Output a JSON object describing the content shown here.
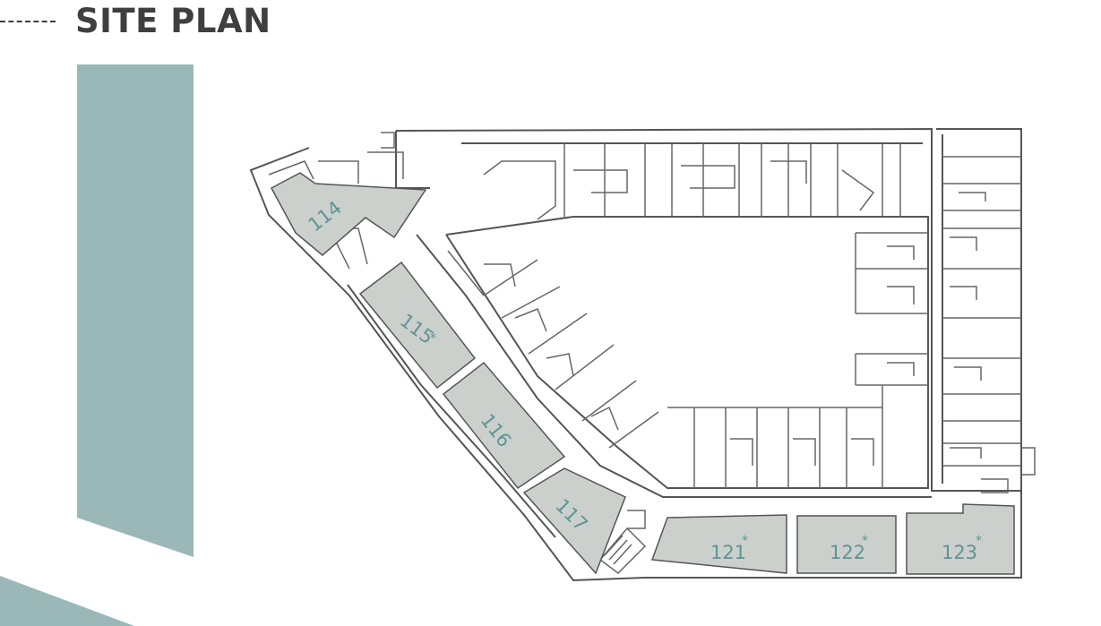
{
  "header": {
    "title": "SITE PLAN"
  },
  "colors": {
    "accent": "#9ab8b8",
    "unit_fill": "#cbd0cd",
    "unit_label": "#5f9494",
    "wall": "#555555"
  },
  "units": [
    {
      "id": "114",
      "label": "114",
      "star": ""
    },
    {
      "id": "115",
      "label": "115",
      "star": "*"
    },
    {
      "id": "116",
      "label": "116",
      "star": ""
    },
    {
      "id": "117",
      "label": "117",
      "star": ""
    },
    {
      "id": "121",
      "label": "121",
      "star": "*"
    },
    {
      "id": "122",
      "label": "122",
      "star": "*"
    },
    {
      "id": "123",
      "label": "123",
      "star": "*"
    }
  ]
}
